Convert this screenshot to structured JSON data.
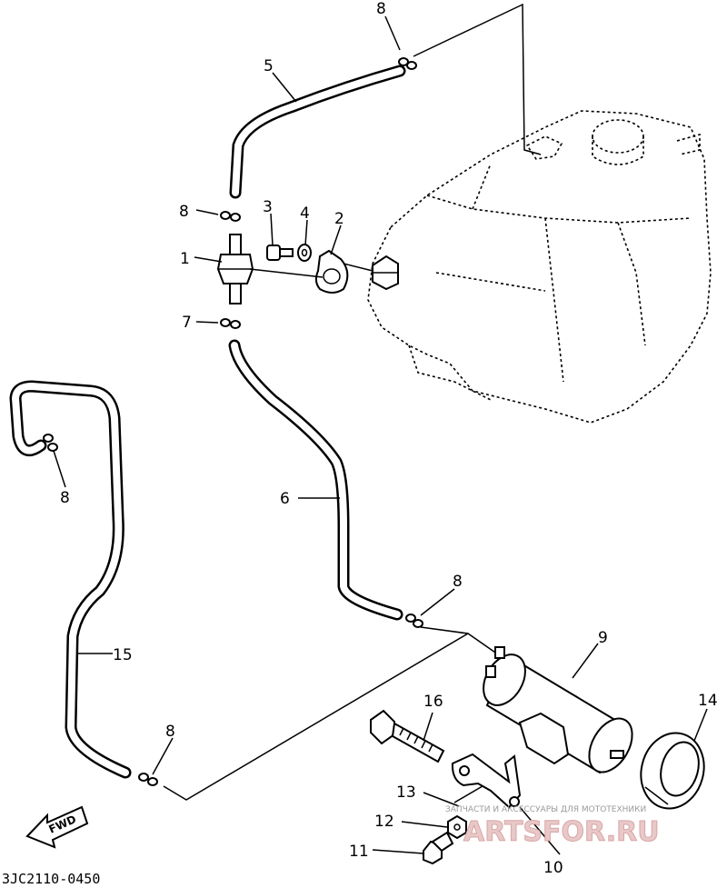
{
  "labels": {
    "p1": "1",
    "p2": "2",
    "p3": "3",
    "p4": "4",
    "p5": "5",
    "p6": "6",
    "p7": "7",
    "p8a": "8",
    "p8b": "8",
    "p8c": "8",
    "p8d": "8",
    "p8e": "8",
    "p9": "9",
    "p10": "10",
    "p11": "11",
    "p12": "12",
    "p13": "13",
    "p14": "14",
    "p15": "15",
    "p16": "16"
  },
  "fwd": "FWD",
  "diagram_code": "3JC2110-0450",
  "watermark": {
    "small": "ЗАПЧАСТИ И АКСЕССУАРЫ ДЛЯ МОТОТЕХНИКИ",
    "big": "ARTSFOR.RU"
  }
}
